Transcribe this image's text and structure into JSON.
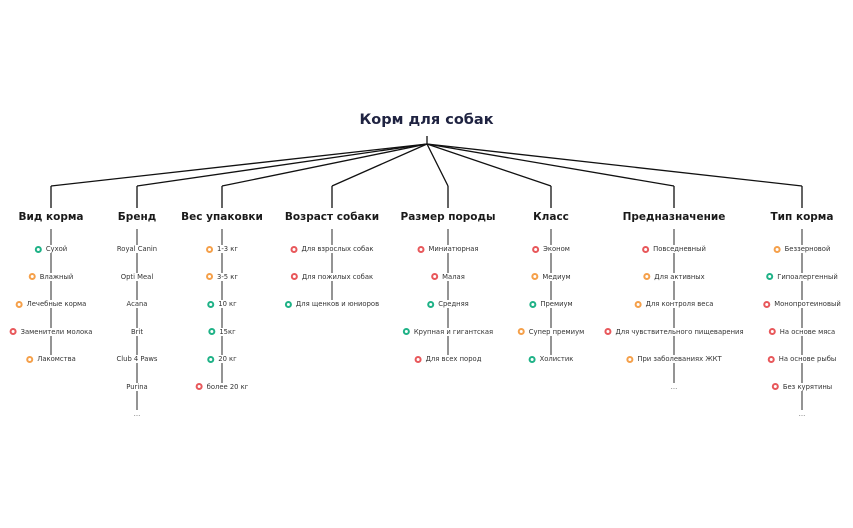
{
  "title": "Корм для собак",
  "colors": {
    "green": "#1fb287",
    "orange": "#f5a04a",
    "red": "#e8585b"
  },
  "categories": [
    {
      "label": "Вид корма",
      "items": [
        {
          "text": "Сухой",
          "status": "green"
        },
        {
          "text": "Влажный",
          "status": "orange"
        },
        {
          "text": "Лечебные корма",
          "status": "orange"
        },
        {
          "text": "Заменители молока",
          "status": "red"
        },
        {
          "text": "Лакомства",
          "status": "orange"
        }
      ],
      "more": ""
    },
    {
      "label": "Бренд",
      "items": [
        {
          "text": "Royal Canin",
          "status": ""
        },
        {
          "text": "Opti Meal",
          "status": ""
        },
        {
          "text": "Acana",
          "status": ""
        },
        {
          "text": "Brit",
          "status": ""
        },
        {
          "text": "Club 4 Paws",
          "status": ""
        },
        {
          "text": "Purina",
          "status": ""
        }
      ],
      "more": "..."
    },
    {
      "label": "Вес упаковки",
      "items": [
        {
          "text": "1-3 кг",
          "status": "orange"
        },
        {
          "text": "3-5 кг",
          "status": "orange"
        },
        {
          "text": "10 кг",
          "status": "green"
        },
        {
          "text": "15кг",
          "status": "green"
        },
        {
          "text": "20 кг",
          "status": "green"
        },
        {
          "text": "более 20 кг",
          "status": "red"
        }
      ],
      "more": ""
    },
    {
      "label": "Возраст собаки",
      "items": [
        {
          "text": "Для взрослых собак",
          "status": "red"
        },
        {
          "text": "Для пожилых собак",
          "status": "red"
        },
        {
          "text": "Для щенков и юниоров",
          "status": "green"
        }
      ],
      "more": ""
    },
    {
      "label": "Размер породы",
      "items": [
        {
          "text": "Миниатюрная",
          "status": "red"
        },
        {
          "text": "Малая",
          "status": "red"
        },
        {
          "text": "Средняя",
          "status": "green"
        },
        {
          "text": "Крупная и гигантская",
          "status": "green"
        },
        {
          "text": "Для всех пород",
          "status": "red"
        }
      ],
      "more": ""
    },
    {
      "label": "Класс",
      "items": [
        {
          "text": "Эконом",
          "status": "red"
        },
        {
          "text": "Медиум",
          "status": "orange"
        },
        {
          "text": "Премиум",
          "status": "green"
        },
        {
          "text": "Супер премиум",
          "status": "orange"
        },
        {
          "text": "Холистик",
          "status": "green"
        }
      ],
      "more": ""
    },
    {
      "label": "Предназначение",
      "items": [
        {
          "text": "Повседневный",
          "status": "red"
        },
        {
          "text": "Для активных",
          "status": "orange"
        },
        {
          "text": "Для контроля веса",
          "status": "orange"
        },
        {
          "text": "Для чувствительного пищеварения",
          "status": "red"
        },
        {
          "text": "При заболеваниях ЖКТ",
          "status": "orange"
        }
      ],
      "more": "..."
    },
    {
      "label": "Тип корма",
      "items": [
        {
          "text": "Беззерновой",
          "status": "orange"
        },
        {
          "text": "Гипоалергенный",
          "status": "green"
        },
        {
          "text": "Монопротеиновый",
          "status": "red"
        },
        {
          "text": "На основе мяса",
          "status": "red"
        },
        {
          "text": "На основе рыбы",
          "status": "red"
        },
        {
          "text": "Без курятины",
          "status": "red"
        }
      ],
      "more": "..."
    }
  ]
}
